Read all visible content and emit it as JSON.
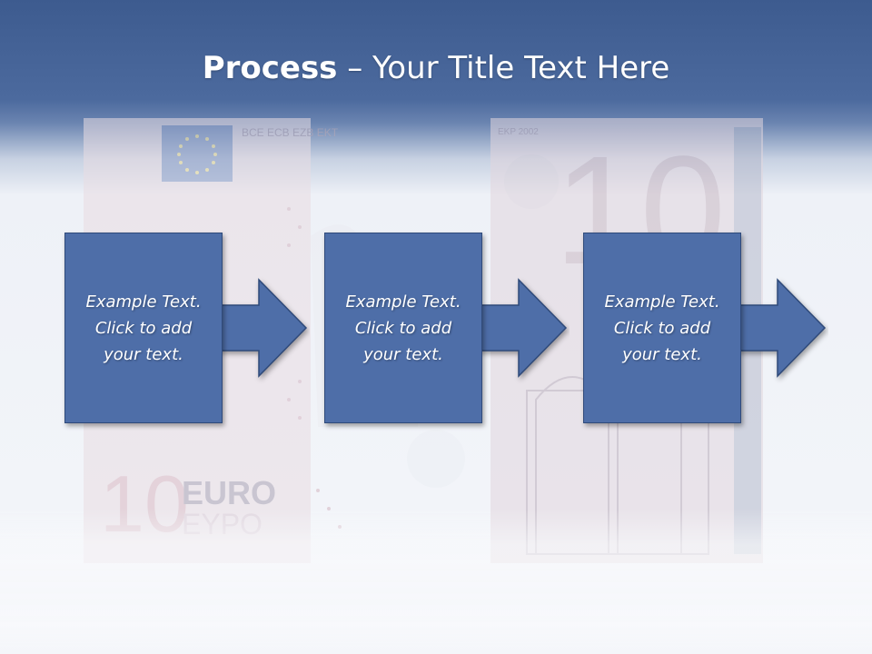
{
  "slide": {
    "title_strong": "Process",
    "title_rest": " – Your Title Text Here",
    "steps": [
      {
        "text": "Example Text.\nClick  to add\nyour text."
      },
      {
        "text": "Example Text.\nClick  to add\nyour text."
      },
      {
        "text": "Example Text.\nClick  to add\nyour text."
      }
    ],
    "background_watermark": {
      "ten_large": "10",
      "euro_word": "EURO",
      "eypo_word": "EYPO",
      "bank_codes": "BCE ECB EZB EKT",
      "ekp_year": "EKP 2002",
      "small_ten": "10"
    }
  },
  "colors": {
    "header_blue": "#4c6a9e",
    "box_blue": "#4e6ea8",
    "box_border": "#2f4a7a",
    "text_white": "#ffffff"
  }
}
